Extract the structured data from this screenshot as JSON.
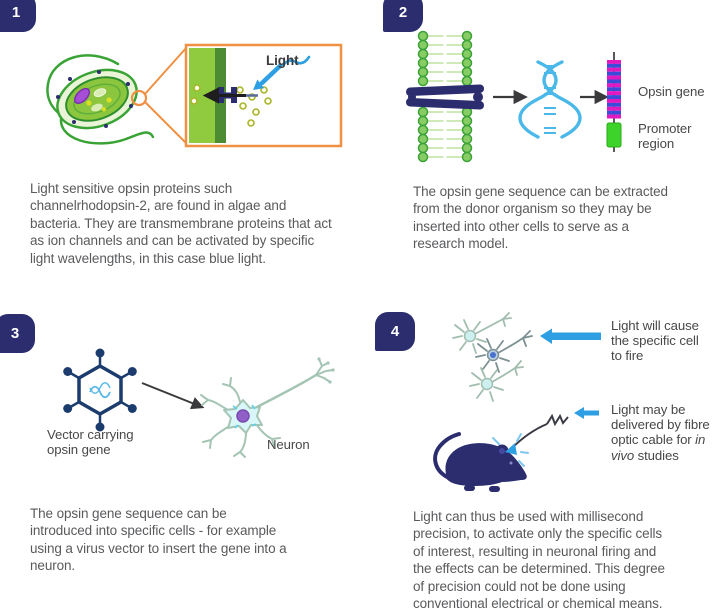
{
  "colors": {
    "navy": "#2b2d6e",
    "virus_navy": "#1c3c6e",
    "light_blue": "#2f9fe3",
    "dna_blue": "#4ab8e8",
    "orange": "#f09043",
    "membrane_light_green": "#8fca3f",
    "membrane_dark_green": "#4e8c33",
    "promoter_green": "#3ed32a",
    "gene_magenta": "#e318c0",
    "gene_blue": "#3b4cd8",
    "neuron_teal": "#a4c4b4",
    "nucleus_purple": "#9060c8",
    "text_gray": "#595a5c"
  },
  "panels": {
    "p1": {
      "number": "1",
      "light_label": "Light",
      "caption_lines": [
        "Light sensitive opsin proteins such",
        "channelrhodopsin-2, are found in algae and",
        "bacteria. They are transmembrane proteins that act",
        "as ion channels and can be activated by specific",
        "light wavelengths, in this case blue light."
      ]
    },
    "p2": {
      "number": "2",
      "opsin_gene_label": "Opsin gene",
      "promoter_lines": [
        "Promoter",
        "region"
      ],
      "caption_lines": [
        "The opsin gene sequence can be extracted",
        "from the donor organism so they may be",
        "inserted into other cells to serve as a",
        "research model."
      ]
    },
    "p3": {
      "number": "3",
      "vector_lines": [
        "Vector carrying",
        "opsin gene"
      ],
      "neuron_label": "Neuron",
      "caption_lines": [
        "The opsin gene sequence can be",
        "introduced into specific cells - for example",
        "using a virus vector to insert the gene into a",
        "neuron."
      ]
    },
    "p4": {
      "number": "4",
      "fire_lines": [
        "Light will cause",
        "the specific cell",
        "to fire"
      ],
      "fibre_label": {
        "l1": "Light may be",
        "l2": "delivered by fibre",
        "l3_pre": "optic cable for ",
        "l3_it": "in",
        "l4_it": "vivo",
        "l4_post": " studies"
      },
      "caption_lines": [
        "Light can thus be used with millisecond",
        "precision, to activate only the specific cells",
        "of interest, resulting in neuronal firing and",
        "the effects can be determined. This degree",
        "of precision could not be done using",
        "conventional electrical or chemical means."
      ]
    }
  }
}
